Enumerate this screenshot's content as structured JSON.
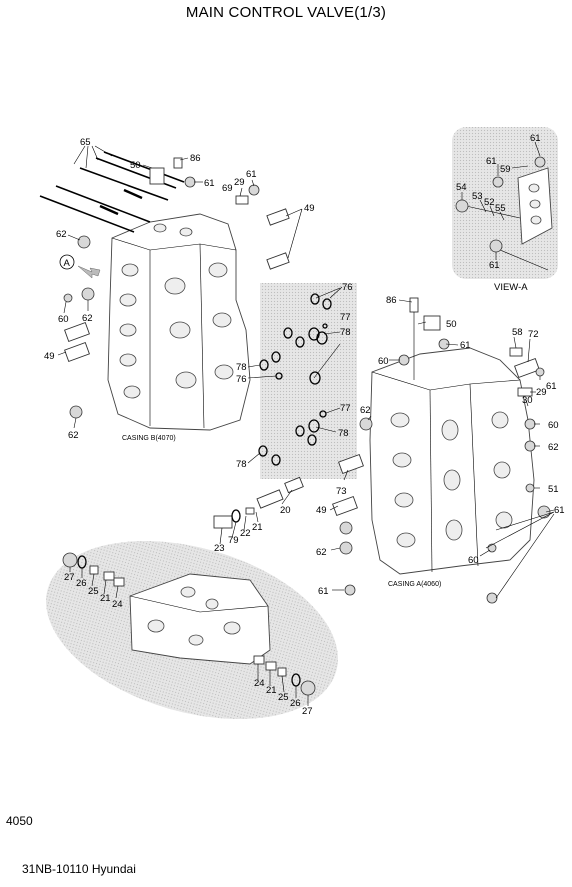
{
  "header": {
    "title": "MAIN CONTROL VALVE(1/3)"
  },
  "labels": {
    "casing_b": "CASING B(4070)",
    "casing_a": "CASING A(4060)",
    "view_a": "VIEW-A",
    "arrow_a": "A"
  },
  "callouts": [
    "65",
    "50",
    "86",
    "61",
    "69",
    "29",
    "61",
    "49",
    "62",
    "60",
    "62",
    "49",
    "62",
    "76",
    "77",
    "78",
    "78",
    "76",
    "77",
    "78",
    "78",
    "86",
    "50",
    "61",
    "60",
    "58",
    "72",
    "61",
    "29",
    "30",
    "62",
    "60",
    "62",
    "73",
    "51",
    "49",
    "61",
    "62",
    "60",
    "61",
    "20",
    "21",
    "22",
    "79",
    "23",
    "27",
    "26",
    "25",
    "21",
    "24",
    "24",
    "21",
    "25",
    "26",
    "27",
    "61",
    "59",
    "61",
    "54",
    "53",
    "52",
    "55",
    "61"
  ],
  "footer": {
    "page_number": "4050",
    "doc_ref": "31NB-10110 Hyundai"
  },
  "colors": {
    "shade": "#dcdcdc",
    "ink": "#000000"
  }
}
